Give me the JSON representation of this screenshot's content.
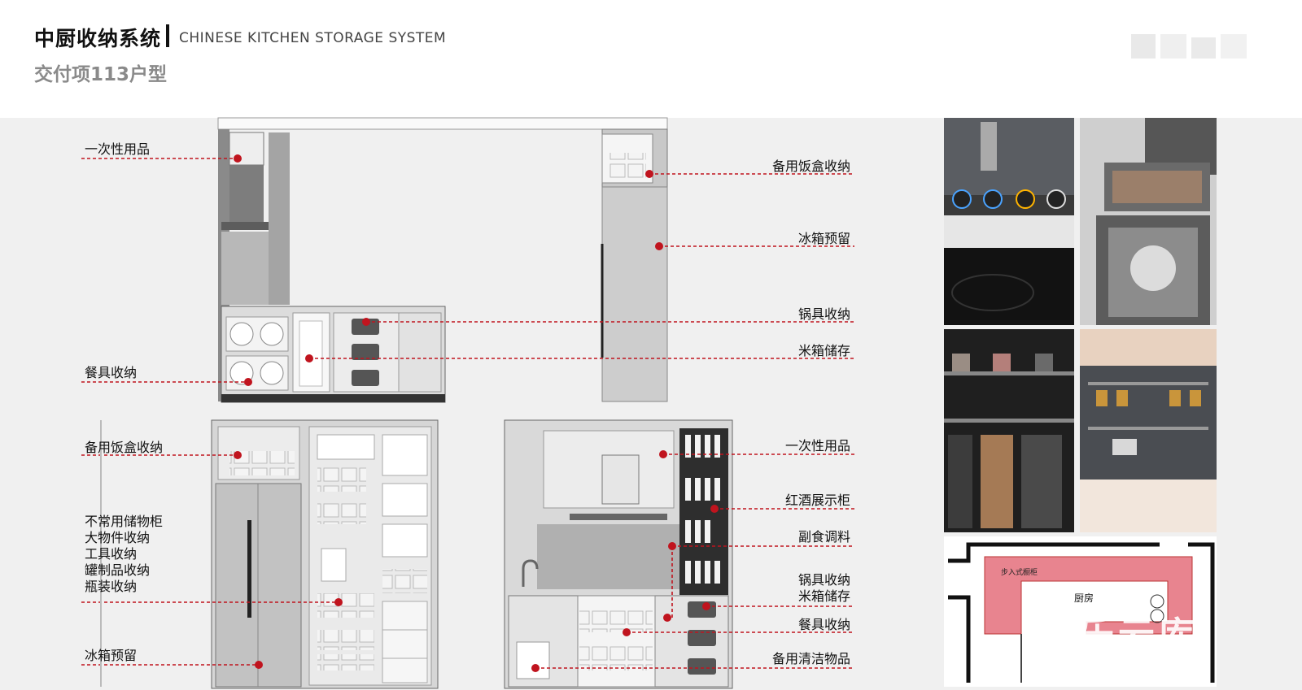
{
  "header": {
    "title_cn": "中厨收纳系统",
    "title_en": "CHINESE KITCHEN STORAGE SYSTEM",
    "subtitle": "交付项113户型"
  },
  "labels": {
    "top_left": {
      "disposable": "一次性用品",
      "tableware": "餐具收纳"
    },
    "top_right": {
      "lunchbox": "备用饭盒收纳",
      "fridge": "冰箱预留",
      "pots": "锅具收纳",
      "rice": "米箱储存"
    },
    "bottom_left": {
      "lunchbox": "备用饭盒收纳",
      "storage_lines": [
        "不常用储物柜",
        "大物件收纳",
        "工具收纳",
        "罐制品收纳",
        "瓶装收纳"
      ],
      "fridge": "冰箱预留"
    },
    "bottom_right": {
      "disposable": "一次性用品",
      "wine": "红酒展示柜",
      "condiments": "副食调料",
      "pots_rice_1": "锅具收纳",
      "pots_rice_2": "米箱储存",
      "tableware": "餐具收纳",
      "cleaning": "备用清洁物品"
    }
  },
  "floorplan": {
    "room_label": "厨房",
    "small_label": "步入式橱柜"
  },
  "watermark": "乐云库",
  "colors": {
    "accent_red": "#c0141e",
    "plan_pink": "#e8848f",
    "cabinet_grey": "#cfcfcf",
    "dark_grey": "#555555"
  }
}
